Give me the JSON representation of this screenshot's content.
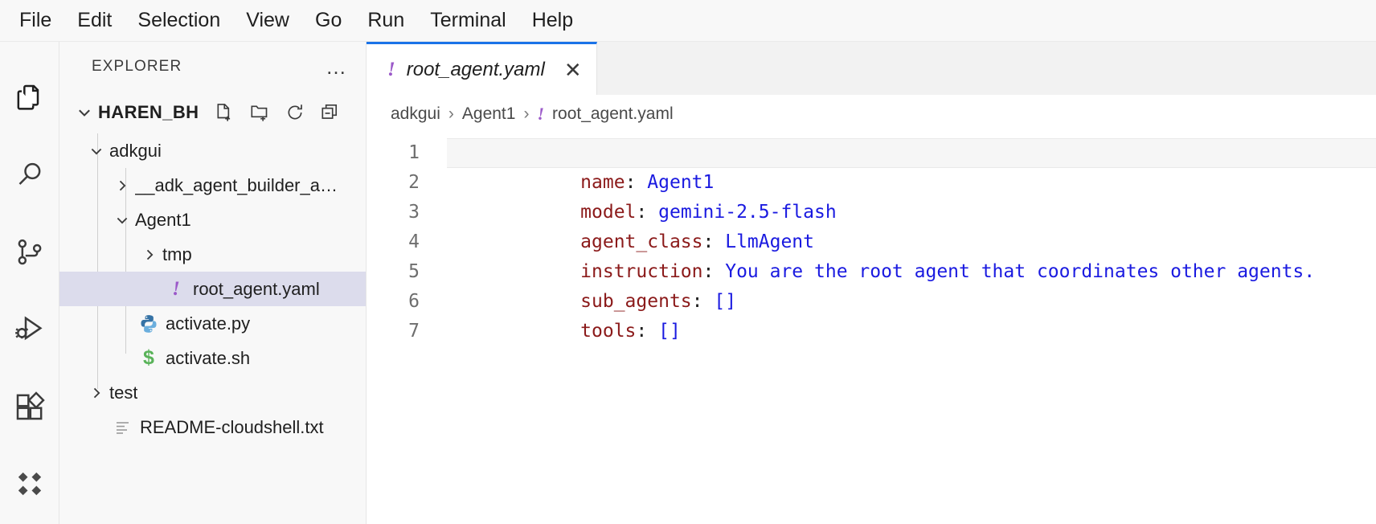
{
  "menubar": {
    "items": [
      {
        "label": "File"
      },
      {
        "label": "Edit"
      },
      {
        "label": "Selection"
      },
      {
        "label": "View"
      },
      {
        "label": "Go"
      },
      {
        "label": "Run"
      },
      {
        "label": "Terminal"
      },
      {
        "label": "Help"
      }
    ]
  },
  "activitybar": {
    "items": [
      {
        "name": "explorer-icon",
        "active": true
      },
      {
        "name": "search-icon",
        "active": false
      },
      {
        "name": "source-control-icon",
        "active": false
      },
      {
        "name": "run-and-debug-icon",
        "active": false
      },
      {
        "name": "extensions-icon",
        "active": false
      },
      {
        "name": "diamonds-icon",
        "active": false
      }
    ]
  },
  "sidebar": {
    "title": "EXPLORER",
    "more_actions": "…",
    "root": {
      "name": "HAREN_BH",
      "expanded": true,
      "actions": [
        {
          "name": "new-file-icon"
        },
        {
          "name": "new-folder-icon"
        },
        {
          "name": "refresh-icon"
        },
        {
          "name": "collapse-all-icon"
        }
      ]
    },
    "tree": [
      {
        "label": "adkgui",
        "type": "folder",
        "expanded": true,
        "depth": 1,
        "selected": false
      },
      {
        "label": "__adk_agent_builder_a…",
        "type": "folder",
        "expanded": false,
        "depth": 2,
        "selected": false
      },
      {
        "label": "Agent1",
        "type": "folder",
        "expanded": true,
        "depth": 2,
        "selected": false
      },
      {
        "label": "tmp",
        "type": "folder",
        "expanded": false,
        "depth": 3,
        "selected": false
      },
      {
        "label": "root_agent.yaml",
        "type": "yaml",
        "depth": 3,
        "selected": true
      },
      {
        "label": "activate.py",
        "type": "python",
        "depth": 2,
        "selected": false
      },
      {
        "label": "activate.sh",
        "type": "shell",
        "depth": 2,
        "selected": false
      },
      {
        "label": "test",
        "type": "folder",
        "expanded": false,
        "depth": 1,
        "selected": false
      },
      {
        "label": "README-cloudshell.txt",
        "type": "text",
        "depth": 1,
        "selected": false
      }
    ]
  },
  "editor": {
    "tabs": [
      {
        "label": "root_agent.yaml",
        "icon": "yaml-bang-icon",
        "active": true,
        "preview": true,
        "close": "✕"
      }
    ],
    "breadcrumb": [
      "adkgui",
      "Agent1",
      "root_agent.yaml"
    ],
    "breadcrumb_separator": "›",
    "line_numbers": [
      "1",
      "2",
      "3",
      "4",
      "5",
      "6",
      "7"
    ],
    "lines": [
      {
        "key": "name",
        "colon": ":",
        "value": "Agent1",
        "current": true
      },
      {
        "key": "model",
        "colon": ":",
        "value": "gemini-2.5-flash",
        "current": false
      },
      {
        "key": "agent_class",
        "colon": ":",
        "value": "LlmAgent",
        "current": false
      },
      {
        "key": "instruction",
        "colon": ":",
        "value": "You are the root agent that coordinates other agents.",
        "current": false
      },
      {
        "key": "sub_agents",
        "colon": ":",
        "value": "[]",
        "current": false
      },
      {
        "key": "tools",
        "colon": ":",
        "value": "[]",
        "current": false
      },
      {
        "key": "",
        "colon": "",
        "value": "",
        "current": false
      }
    ]
  },
  "colors": {
    "accent": "#1a73e8",
    "yaml_icon": "#9b59c9",
    "python_icon": "#3572a5",
    "shell_icon": "#59b359",
    "selection_bg": "#dcdcec",
    "key": "#8b1a1a",
    "value": "#1a1ae0"
  }
}
